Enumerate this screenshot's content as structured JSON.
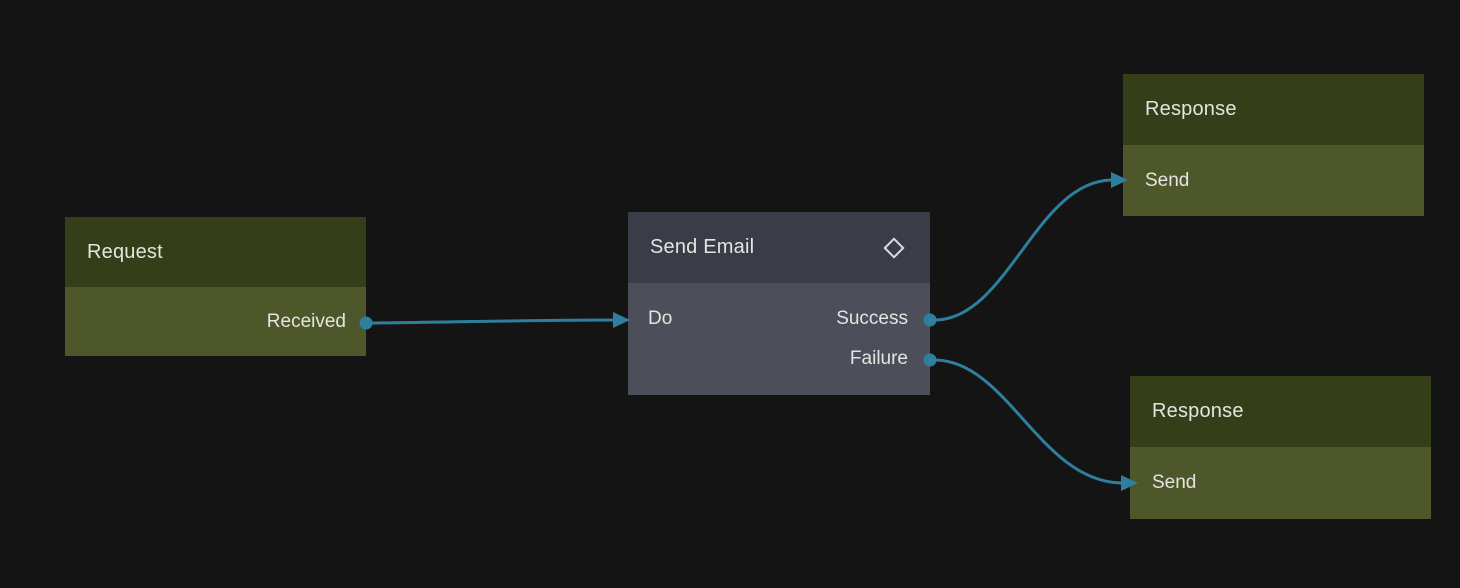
{
  "theme": {
    "background": "#141414",
    "edge_color": "#2e7f9d",
    "port_dot_color": "#2e7f9d",
    "text_color": "#e4e5e1",
    "green_header": "#343e19",
    "green_body": "#4d572a",
    "gray_header": "#3a3d47",
    "gray_body": "#4c4f59",
    "icon_color": "#d9dbdf"
  },
  "nodes": [
    {
      "title": "Request",
      "inputs": [],
      "outputs": [
        "Received"
      ]
    },
    {
      "title": "Send Email",
      "icon": "diamond-icon",
      "inputs": [
        "Do"
      ],
      "outputs": [
        "Success",
        "Failure"
      ]
    },
    {
      "title": "Response",
      "inputs": [
        "Send"
      ],
      "outputs": []
    },
    {
      "title": "Response",
      "inputs": [
        "Send"
      ],
      "outputs": []
    }
  ],
  "edges": [
    {
      "from": "Request.Received",
      "to": "Send Email.Do"
    },
    {
      "from": "Send Email.Success",
      "to": "Response(top).Send"
    },
    {
      "from": "Send Email.Failure",
      "to": "Response(bottom).Send"
    }
  ]
}
